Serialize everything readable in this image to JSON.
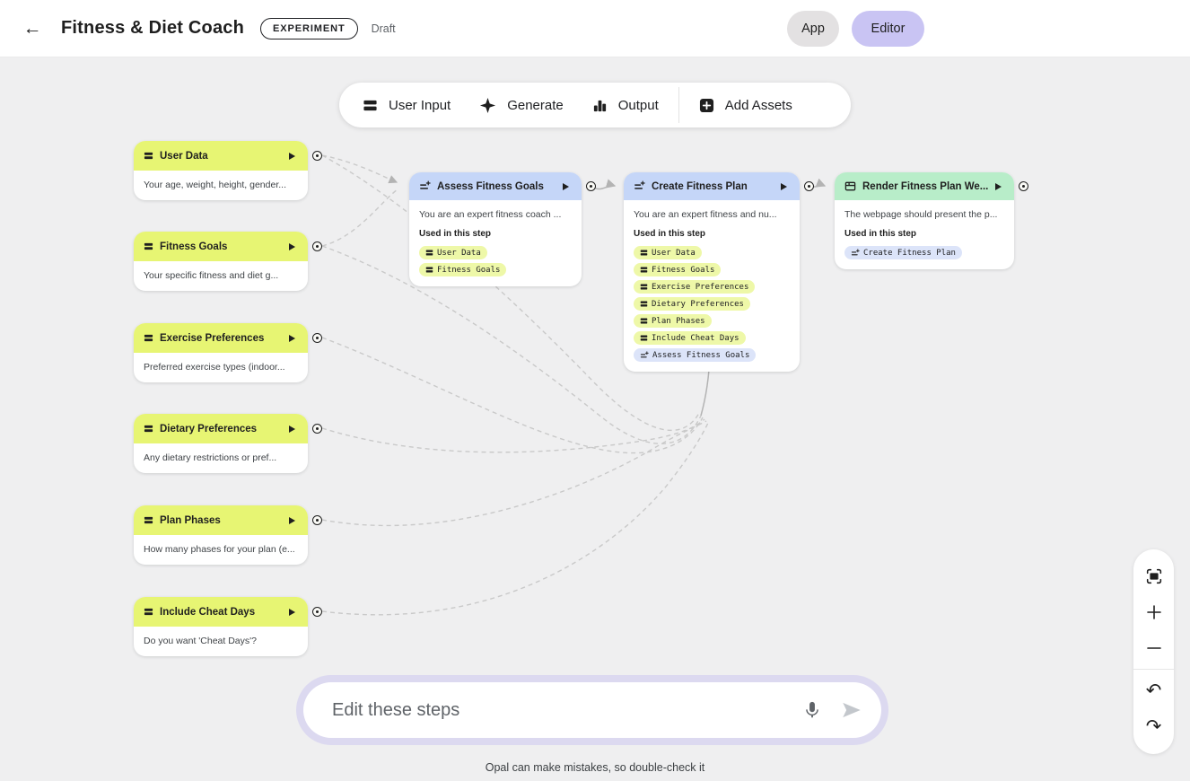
{
  "header": {
    "title": "Fitness & Diet Coach",
    "badge": "EXPERIMENT",
    "status": "Draft",
    "app_button": "App",
    "editor_button": "Editor"
  },
  "toolbar": {
    "items": [
      {
        "label": "User Input",
        "icon": "input-bars-icon"
      },
      {
        "label": "Generate",
        "icon": "sparkle-icon"
      },
      {
        "label": "Output",
        "icon": "bar-chart-icon"
      },
      {
        "label": "Add Assets",
        "icon": "add-square-icon"
      }
    ]
  },
  "input_nodes": [
    {
      "title": "User Data",
      "description": "Your age, weight, height, gender..."
    },
    {
      "title": "Fitness Goals",
      "description": "Your specific fitness and diet g..."
    },
    {
      "title": "Exercise Preferences",
      "description": "Preferred exercise types (indoor..."
    },
    {
      "title": "Dietary Preferences",
      "description": "Any dietary restrictions or pref..."
    },
    {
      "title": "Plan Phases",
      "description": "How many phases for your plan (e..."
    },
    {
      "title": "Include Cheat Days",
      "description": "Do you want 'Cheat Days'?"
    }
  ],
  "step_nodes": [
    {
      "title": "Assess Fitness Goals",
      "type": "prompt",
      "description": "You are an expert fitness coach ...",
      "used_label": "Used in this step",
      "chips": [
        {
          "label": "User Data",
          "type": "input"
        },
        {
          "label": "Fitness Goals",
          "type": "input"
        }
      ]
    },
    {
      "title": "Create Fitness Plan",
      "type": "prompt",
      "description": "You are an expert fitness and nu...",
      "used_label": "Used in this step",
      "chips": [
        {
          "label": "User Data",
          "type": "input"
        },
        {
          "label": "Fitness Goals",
          "type": "input"
        },
        {
          "label": "Exercise Preferences",
          "type": "input"
        },
        {
          "label": "Dietary Preferences",
          "type": "input"
        },
        {
          "label": "Plan Phases",
          "type": "input"
        },
        {
          "label": "Include Cheat Days",
          "type": "input"
        },
        {
          "label": "Assess Fitness Goals",
          "type": "prompt"
        }
      ]
    },
    {
      "title": "Render Fitness Plan We...",
      "type": "output",
      "description": "The webpage should present the p...",
      "used_label": "Used in this step",
      "chips": [
        {
          "label": "Create Fitness Plan",
          "type": "prompt"
        }
      ]
    }
  ],
  "composer": {
    "placeholder": "Edit these steps"
  },
  "footer": {
    "disclaimer": "Opal can make mistakes, so double-check it"
  },
  "icons": {
    "back": "back-arrow-icon",
    "run": "play-icon",
    "port": "connection-port-icon",
    "mic": "microphone-icon",
    "send": "send-icon",
    "fit": "fit-screen-icon",
    "zoom_in": "zoom-in-icon",
    "zoom_out": "zoom-out-icon",
    "undo": "undo-icon",
    "redo": "redo-icon"
  },
  "colors": {
    "canvas_bg": "#efeff0",
    "input_node_header": "#e7f573",
    "input_chip": "#eef8a8",
    "prompt_node_header": "#c5d6f8",
    "prompt_chip": "#dce4f9",
    "output_node_header": "#b8edc9",
    "app_button_bg": "#e3e1e2",
    "editor_button_bg": "#c9c4f3",
    "composer_ring": "#dcd9f0",
    "connector_line": "#c9c9c9"
  }
}
